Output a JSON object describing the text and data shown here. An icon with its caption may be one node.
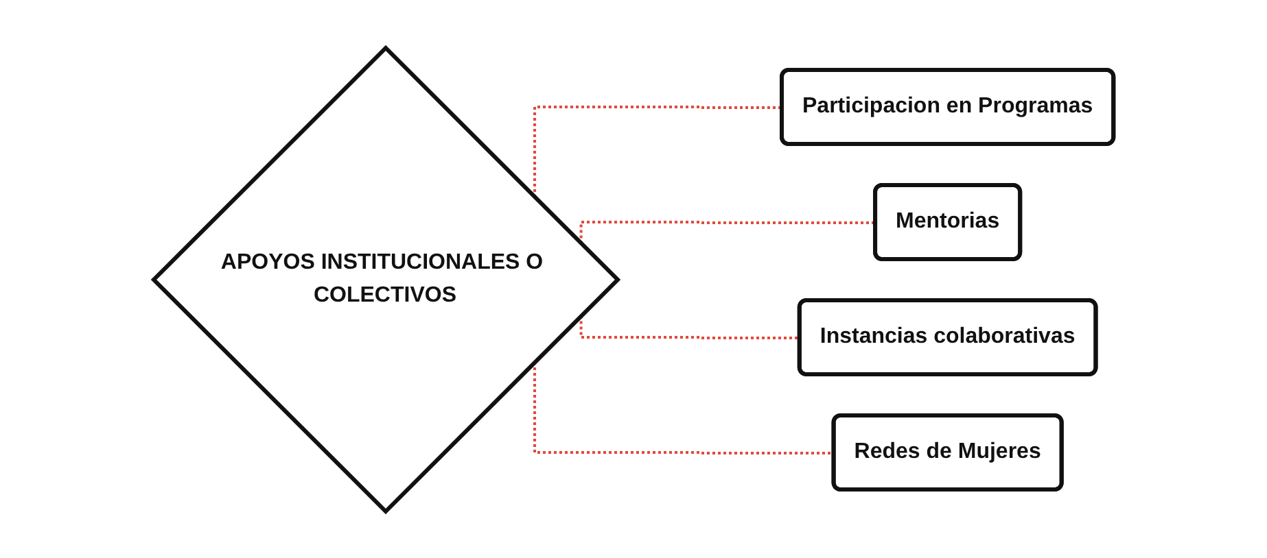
{
  "diagram": {
    "nodes": [
      {
        "text": [
          "APOYOS INSTITUCIONALES O COLECTIVOS"
        ]
      },
      {
        "text": [
          "Participacion en Programas"
        ]
      },
      {
        "text": [
          "Mentorias"
        ]
      },
      {
        "text": [
          "Instancias colaborativas"
        ]
      },
      {
        "text": [
          "Redes de Mujeres"
        ]
      }
    ],
    "edges": [
      {
        "from": 0,
        "to": 1,
        "arrow": "none",
        "style": "dashed",
        "color": "#e04a3c"
      },
      {
        "from": 0,
        "to": 2,
        "arrow": "none",
        "style": "dashed",
        "color": "#e04a3c"
      },
      {
        "from": 0,
        "to": 3,
        "arrow": "none",
        "style": "dashed",
        "color": "#e04a3c"
      },
      {
        "from": 0,
        "to": 4,
        "arrow": "none",
        "style": "dashed",
        "color": "#e04a3c"
      }
    ]
  }
}
